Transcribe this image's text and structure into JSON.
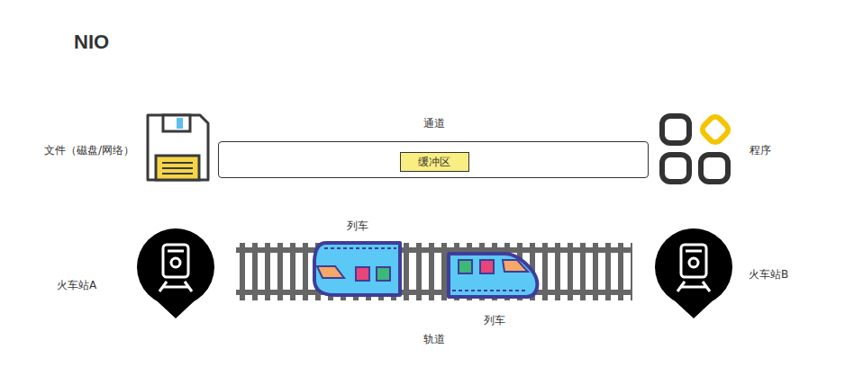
{
  "diagram": {
    "title": "NIO",
    "nodes": [
      {
        "text": [
          "通道"
        ]
      },
      {
        "text": [
          "缓冲区"
        ],
        "in": 0
      }
    ],
    "labels": [
      "文件（磁盘/网络）",
      "程序",
      "列车",
      "列车",
      "火车站A",
      "火车站B",
      "轨道"
    ]
  }
}
